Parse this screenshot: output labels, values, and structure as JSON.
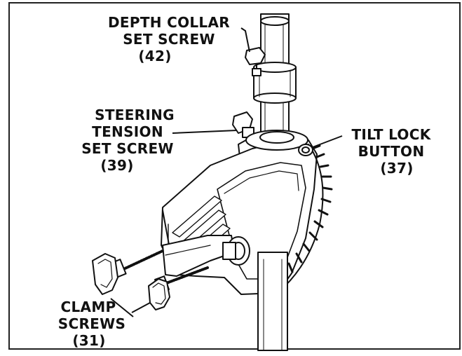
{
  "labels": {
    "depth_collar": {
      "line1": "DEPTH COLLAR",
      "line2": "SET SCREW",
      "number": "(42)"
    },
    "steering_tension": {
      "line1": "STEERING",
      "line2": "TENSION",
      "line3": "SET SCREW",
      "number": "(39)"
    },
    "tilt_lock": {
      "line1": "TILT LOCK",
      "line2": "BUTTON",
      "number": "(37)"
    },
    "clamp_screws": {
      "line1": "CLAMP",
      "line2": "SCREWS",
      "number": "(31)"
    }
  },
  "colors": {
    "ink": "#111111",
    "paper": "#ffffff",
    "frame": "#222222"
  }
}
